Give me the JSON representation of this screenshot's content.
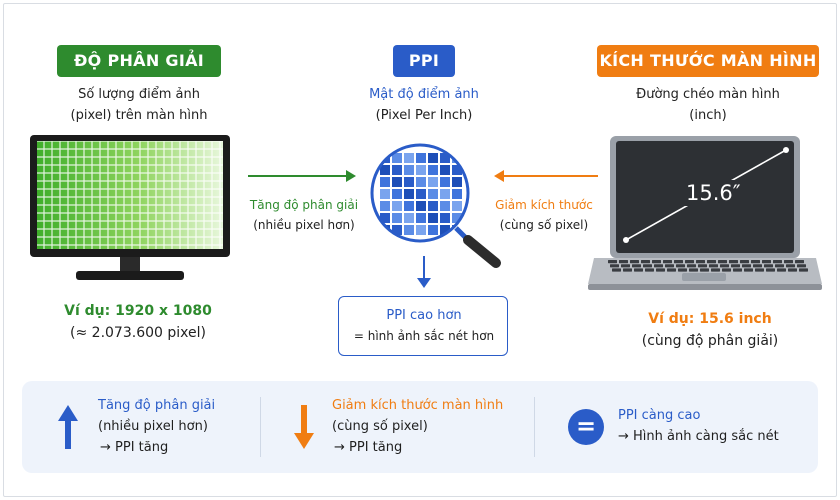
{
  "left": {
    "badge": "ĐỘ PHÂN GIẢI",
    "desc_line1": "Số lượng điểm ảnh",
    "desc_line2": "(pixel) trên màn hình",
    "example_line1": "Ví dụ: 1920 x 1080",
    "example_line2": "(≈ 2.073.600 pixel)"
  },
  "center": {
    "badge": "PPI",
    "desc_line1": "Mật độ điểm ảnh",
    "desc_line2": "(Pixel Per Inch)",
    "result_line1": "PPI cao hơn",
    "result_line2": "= hình ảnh sắc nét hơn"
  },
  "right": {
    "badge": "KÍCH THƯỚC MÀN HÌNH",
    "desc_line1": "Đường chéo màn hình",
    "desc_line2": "(inch)",
    "screen_size": "15.6″",
    "example_line1": "Ví dụ: 15.6 inch",
    "example_line2": "(cùng độ phân giải)"
  },
  "arrows": {
    "left_line1": "Tăng độ phân giải",
    "left_line2": "(nhiều pixel hơn)",
    "right_line1": "Giảm kích thước",
    "right_line2": "(cùng số pixel)"
  },
  "summary": {
    "item1_line1": "Tăng độ phân giải",
    "item1_line2": "(nhiều pixel hơn)",
    "item1_line3": "→ PPI tăng",
    "item2_line1": "Giảm kích thước màn hình",
    "item2_line2": "(cùng số pixel)",
    "item2_line3": "→ PPI tăng",
    "item3_line1": "PPI càng cao",
    "item3_line2": "→ Hình ảnh càng sắc nét",
    "equals_symbol": "="
  },
  "colors": {
    "green": "#2e8b2e",
    "blue": "#2a5cc8",
    "orange": "#f07d12",
    "navy": "#1a2a6c"
  }
}
